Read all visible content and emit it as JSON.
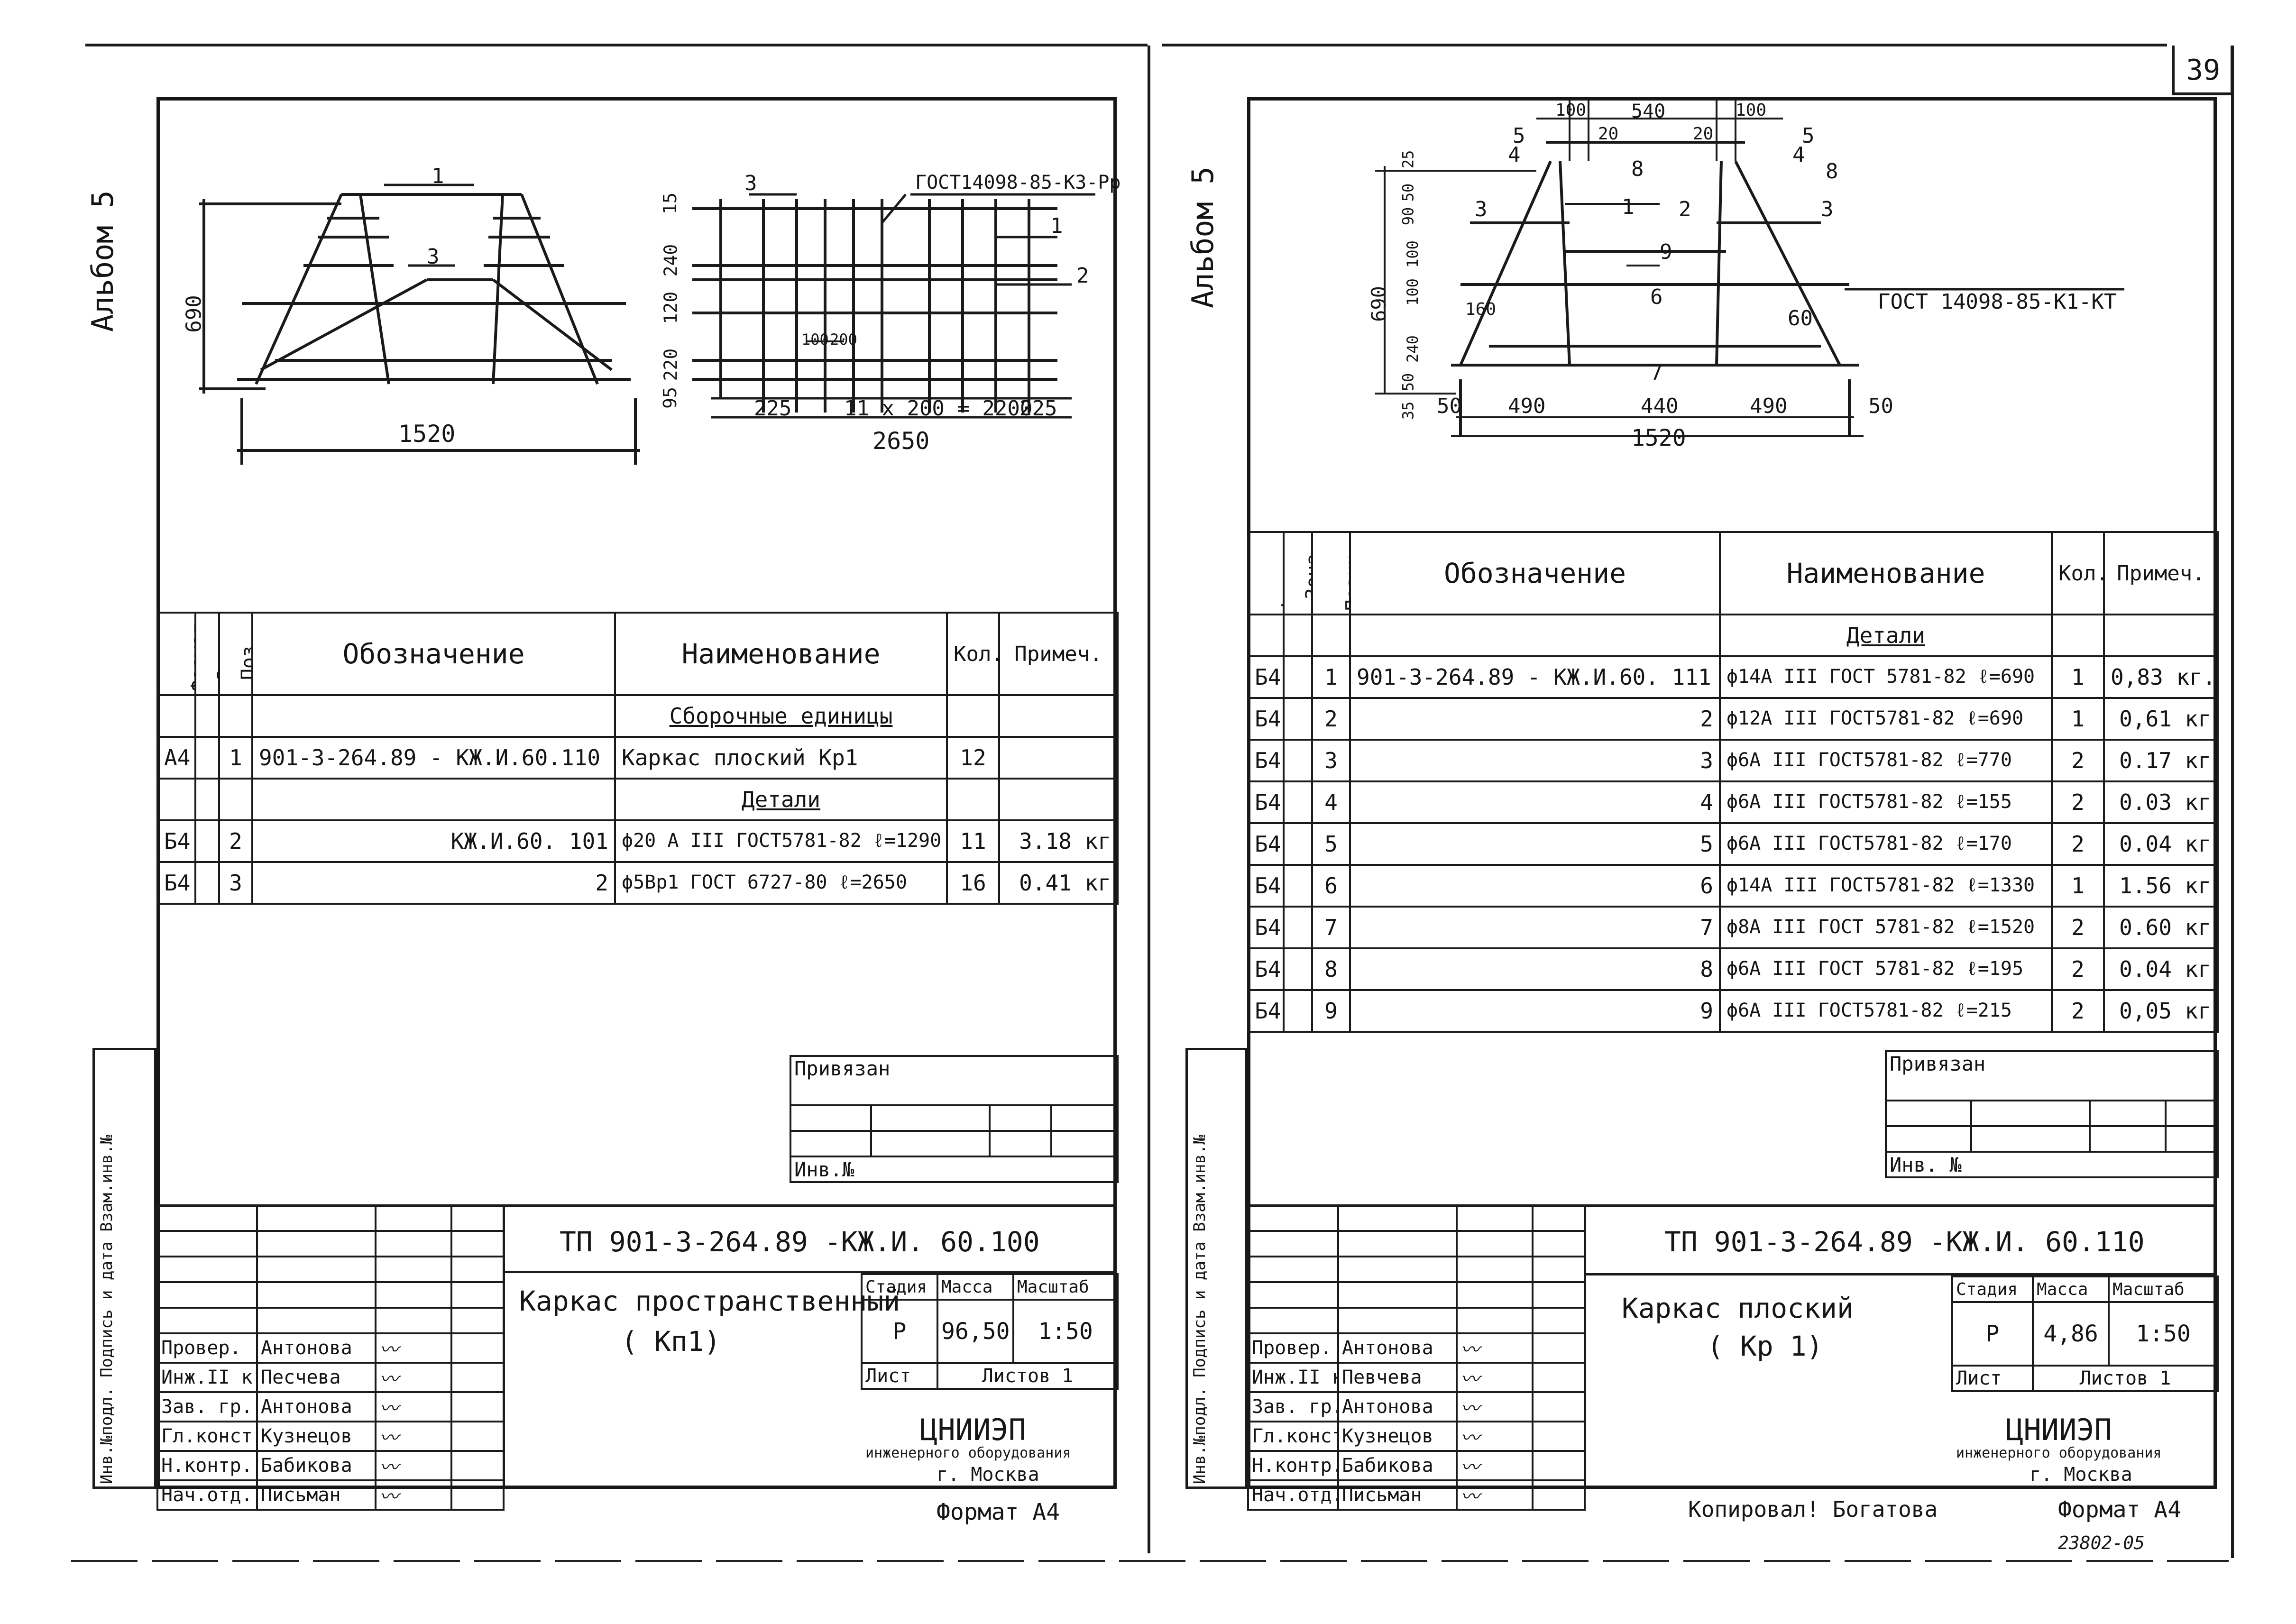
{
  "left": {
    "album": "Альбом 5",
    "drawing": {
      "dim_height": "690",
      "dim_width": "1520",
      "pos_1": "1",
      "pos_3": "3",
      "mesh_pos_3": "3",
      "mesh_pos_1": "1",
      "mesh_pos_2": "2",
      "gost_note": "ГОСТ14098-85-К3-Рр",
      "mesh_h_15": "15",
      "mesh_h_240": "240",
      "mesh_h_120": "120",
      "mesh_h_220": "220",
      "mesh_h_95": "95",
      "mesh_inner_100": "100",
      "mesh_inner_200": "200",
      "mesh_w_225a": "225",
      "mesh_w_mid": "11 х 200 = 2200",
      "mesh_w_225b": "225",
      "mesh_w_total": "2650"
    },
    "table": {
      "h_format": "Формат",
      "h_zone": "Зона",
      "h_pos": "Поз.",
      "h_desig": "Обозначение",
      "h_name": "Наименование",
      "h_qty": "Кол.",
      "h_note": "Примеч.",
      "section_1": "Сборочные единицы",
      "section_2": "Детали",
      "rows": [
        {
          "format": "А4",
          "pos": "1",
          "desig": "901-3-264.89 -     КЖ.И.60.110",
          "name": "Каркас плоский     Кр1",
          "qty": "12",
          "note": ""
        },
        {
          "format": "Б4",
          "pos": "2",
          "desig": "КЖ.И.60. 101",
          "name": "ϕ20 А III ГОСТ5781-82 ℓ=1290",
          "qty": "11",
          "note": "3.18 кг"
        },
        {
          "format": "Б4",
          "pos": "3",
          "desig": "2",
          "name": "ϕ5Вр1  ГОСТ 6727-80 ℓ=2650",
          "qty": "16",
          "note": "0.41 кг"
        }
      ]
    },
    "titleblock": {
      "privyazan": "Привязан",
      "inv_no": "Инв.№",
      "code": "ТП  901-3-264.89          -КЖ.И. 60.100",
      "name_1": "Каркас пространственный",
      "name_2": "( Кп1)",
      "h_stage": "Стадия",
      "h_mass": "Масса",
      "h_scale": "Масштаб",
      "stage": "Р",
      "mass": "96,50",
      "scale": "1:50",
      "sheet": "Лист",
      "sheets": "Листов 1",
      "org_1": "ЦНИИЭП",
      "org_2": "инженерного оборудования",
      "org_3": "г. Москва",
      "roles": [
        {
          "role": "Провер.",
          "name": "Антонова"
        },
        {
          "role": "Инж.II к.",
          "name": "Песчева"
        },
        {
          "role": "Зав. гр.",
          "name": "Антонова"
        },
        {
          "role": "Гл.конст.",
          "name": "Кузнецов"
        },
        {
          "role": "Н.контр.",
          "name": "Бабикова"
        },
        {
          "role": "Нач.отд.",
          "name": "Письман"
        }
      ],
      "side_stamp": "Инв.№подл. Подпись и дата Взам.инв.№",
      "format": "Формат А4"
    }
  },
  "right": {
    "page_number": "39",
    "album": "Альбом 5",
    "drawing": {
      "dim_100a": "100",
      "dim_540": "540",
      "dim_100b": "100",
      "dim_20a": "20",
      "dim_20b": "20",
      "p5a": "5",
      "p4a": "4",
      "p8a": "8",
      "p1": "1",
      "p3a": "3",
      "p2": "2",
      "p8b": "8",
      "p5b": "5",
      "p4b": "4",
      "p3b": "3",
      "p9": "9",
      "p6": "6",
      "p7": "7",
      "v_25": "25",
      "v_50": "50",
      "v_90": "90",
      "v_100a": "100",
      "v_100b": "100",
      "v_240": "240",
      "v_690": "690",
      "v_50b": "50",
      "v_35": "35",
      "ang_160": "160",
      "ang_60": "60",
      "gost_note": "ГОСТ 14098-85-К1-КТ",
      "w_50a": "50",
      "w_490a": "490",
      "w_440": "440",
      "w_490b": "490",
      "w_50b": "50",
      "w_total": "1520"
    },
    "table": {
      "h_format": "Формат",
      "h_zone": "Зона",
      "h_pos": "Позиц.",
      "h_desig": "Обозначение",
      "h_name": "Наименование",
      "h_qty": "Кол.",
      "h_note": "Примеч.",
      "section": "Детали",
      "rows": [
        {
          "format": "Б4",
          "pos": "1",
          "desig": "901-3-264.89 -  КЖ.И.60. 111",
          "name": "ϕ14А III ГОСТ 5781-82 ℓ=690",
          "qty": "1",
          "note": "0,83 кг."
        },
        {
          "format": "Б4",
          "pos": "2",
          "desig": "2",
          "name": "ϕ12А III ГОСТ5781-82 ℓ=690",
          "qty": "1",
          "note": "0,61 кг"
        },
        {
          "format": "Б4",
          "pos": "3",
          "desig": "3",
          "name": "ϕ6А III ГОСТ5781-82 ℓ=770",
          "qty": "2",
          "note": "0.17 кг"
        },
        {
          "format": "Б4",
          "pos": "4",
          "desig": "4",
          "name": "ϕ6А III ГОСТ5781-82 ℓ=155",
          "qty": "2",
          "note": "0.03 кг"
        },
        {
          "format": "Б4",
          "pos": "5",
          "desig": "5",
          "name": "ϕ6А III ГОСТ5781-82  ℓ=170",
          "qty": "2",
          "note": "0.04 кг"
        },
        {
          "format": "Б4",
          "pos": "6",
          "desig": "6",
          "name": "ϕ14А III ГОСТ5781-82 ℓ=1330",
          "qty": "1",
          "note": "1.56 кг"
        },
        {
          "format": "Б4",
          "pos": "7",
          "desig": "7",
          "name": "ϕ8А III ГОСТ 5781-82 ℓ=1520",
          "qty": "2",
          "note": "0.60 кг"
        },
        {
          "format": "Б4",
          "pos": "8",
          "desig": "8",
          "name": "ϕ6А III ГОСТ 5781-82 ℓ=195",
          "qty": "2",
          "note": "0.04 кг"
        },
        {
          "format": "Б4",
          "pos": "9",
          "desig": "9",
          "name": "ϕ6А III ГОСТ5781-82 ℓ=215",
          "qty": "2",
          "note": "0,05 кг"
        }
      ]
    },
    "titleblock": {
      "privyazan": "Привязан",
      "inv_no": "Инв. №",
      "code": "ТП  901-3-264.89         -КЖ.И. 60.110",
      "name_1": "Каркас    плоский",
      "name_2": "( Кр 1)",
      "h_stage": "Стадия",
      "h_mass": "Масса",
      "h_scale": "Масштаб",
      "stage": "Р",
      "mass": "4,86",
      "scale": "1:50",
      "sheet": "Лист",
      "sheets": "Листов 1",
      "org_1": "ЦНИИЭП",
      "org_2": "инженерного оборудования",
      "org_3": "г. Москва",
      "roles": [
        {
          "role": "Провер.",
          "name": "Антонова"
        },
        {
          "role": "Инж.II к.",
          "name": "Певчева"
        },
        {
          "role": "Зав. гр.",
          "name": "Антонова"
        },
        {
          "role": "Гл.конст.",
          "name": "Кузнецов"
        },
        {
          "role": "Н.контр.",
          "name": "Бабикова"
        },
        {
          "role": "Нач.отд.",
          "name": "Письман"
        }
      ],
      "side_stamp": "Инв.№подл. Подпись и дата Взам.инв.№",
      "copied": "Копировал! Богатова",
      "format": "Формат А4",
      "archive_no": "23802-05"
    }
  }
}
